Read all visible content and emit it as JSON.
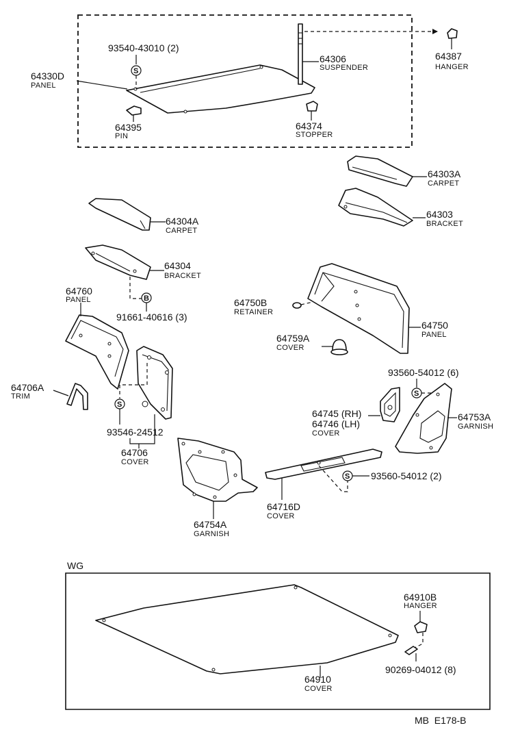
{
  "diagram_id": "MB  E178-B",
  "section_label": "WG",
  "parts": {
    "panel_64330D": {
      "number": "64330D",
      "name": "PANEL"
    },
    "bolt_93540": {
      "number": "93540-43010 (2)"
    },
    "suspender_64306": {
      "number": "64306",
      "name": "SUSPENDER"
    },
    "hanger_64387": {
      "number": "64387",
      "name": "HANGER"
    },
    "pin_64395": {
      "number": "64395",
      "name": "PIN"
    },
    "stopper_64374": {
      "number": "64374",
      "name": "STOPPER"
    },
    "carpet_64303A": {
      "number": "64303A",
      "name": "CARPET"
    },
    "bracket_64303": {
      "number": "64303",
      "name": "BRACKET"
    },
    "carpet_64304A": {
      "number": "64304A",
      "name": "CARPET"
    },
    "bracket_64304": {
      "number": "64304",
      "name": "BRACKET"
    },
    "bolt_91661": {
      "number": "91661-40616 (3)"
    },
    "panel_64760": {
      "number": "64760",
      "name": "PANEL"
    },
    "retainer_64750B": {
      "number": "64750B",
      "name": "RETAINER"
    },
    "panel_64750": {
      "number": "64750",
      "name": "PANEL"
    },
    "cover_64759A": {
      "number": "64759A",
      "name": "COVER"
    },
    "trim_64706A": {
      "number": "64706A",
      "name": "TRIM"
    },
    "screw_93546": {
      "number": "93546-24512"
    },
    "cover_64706": {
      "number": "64706",
      "name": "COVER"
    },
    "screw_93560_6": {
      "number": "93560-54012 (6)"
    },
    "cover_64745": {
      "number_rh": "64745 (RH)",
      "number_lh": "64746 (LH)",
      "name": "COVER"
    },
    "garnish_64753A": {
      "number": "64753A",
      "name": "GARNISH"
    },
    "screw_93560_2": {
      "number": "93560-54012 (2)"
    },
    "cover_64716D": {
      "number": "64716D",
      "name": "COVER"
    },
    "garnish_64754A": {
      "number": "64754A",
      "name": "GARNISH"
    },
    "hanger_64910B": {
      "number": "64910B",
      "name": "HANGER"
    },
    "cover_64910": {
      "number": "64910",
      "name": "COVER"
    },
    "screw_90269": {
      "number": "90269-04012 (8)"
    }
  },
  "symbols": {
    "s": "S",
    "b": "B"
  }
}
